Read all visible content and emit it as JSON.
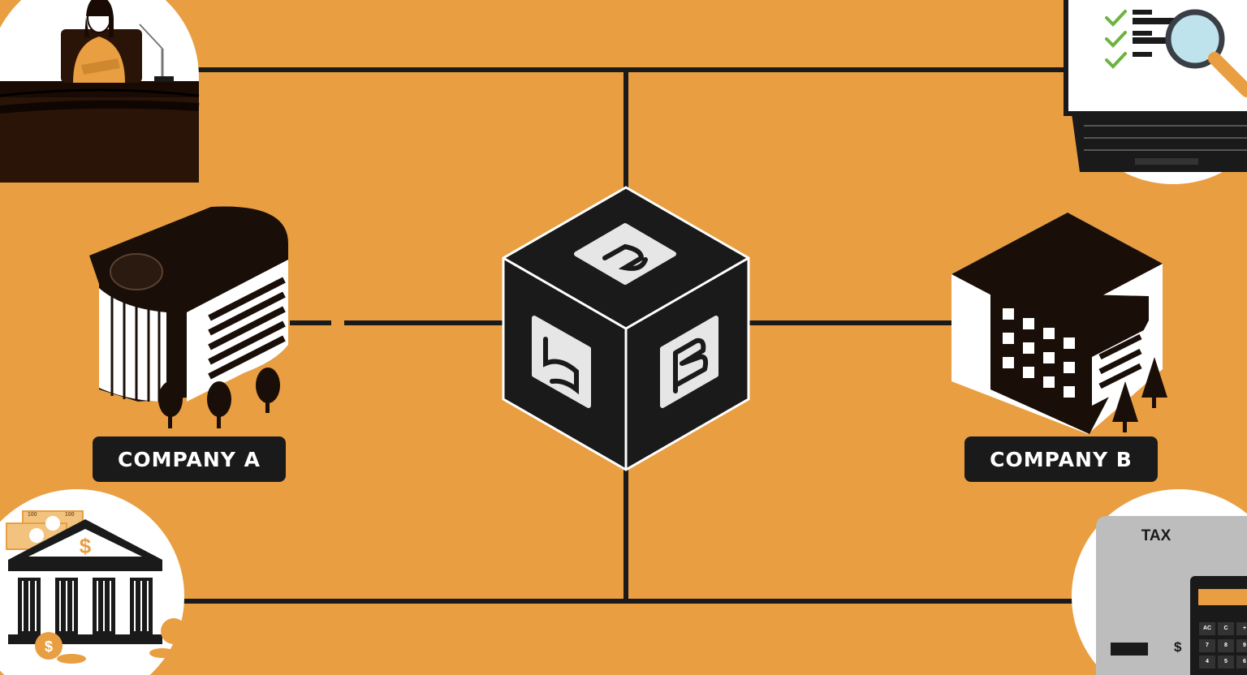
{
  "labels": {
    "company_a": "COMPANY A",
    "company_b": "COMPANY B"
  },
  "tax_illustration": {
    "title": "TAX",
    "currency_symbol": "$",
    "calculator_keys": [
      "AC",
      "C",
      "+",
      "7",
      "8",
      "9",
      "4",
      "5",
      "6"
    ]
  },
  "bank_illustration": {
    "banknote_value": "100"
  },
  "colors": {
    "background": "#E99E41",
    "dark": "#1A1A1A",
    "white": "#FFFFFF",
    "accent": "#E99E41"
  },
  "icons": {
    "central_cube": "cube-logo-icon",
    "company_a": "office-building-icon",
    "company_b": "office-building-icon",
    "judge": "judge-icon",
    "audit": "laptop-checklist-icon",
    "bank": "bank-icon",
    "tax": "tax-calculator-icon"
  }
}
